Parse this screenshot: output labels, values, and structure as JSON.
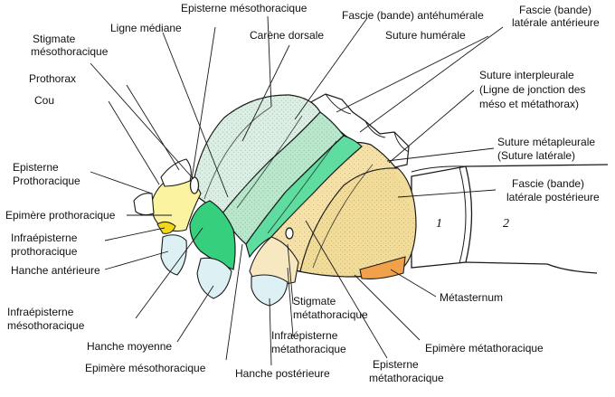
{
  "labels": {
    "episterne_meso": "Episterne mésothoracique",
    "fascie_antehumerale": "Fascie (bande) antéhumérale",
    "fascie_laterale_ant_1": "Fascie (bande)",
    "fascie_laterale_ant_2": "latérale antérieure",
    "ligne_mediane": "Ligne médiane",
    "carene_dorsale": "Carène dorsale",
    "suture_humerale": "Suture humérale",
    "stigmate_meso_1": "Stigmate",
    "stigmate_meso_2": "mésothoracique",
    "prothorax": "Prothorax",
    "cou": "Cou",
    "suture_interpleurale_1": "Suture interpleurale",
    "suture_interpleurale_2": "(Ligne de jonction des",
    "suture_interpleurale_3": "méso et métathorax)",
    "suture_metapleurale_1": "Suture métapleurale",
    "suture_metapleurale_2": "(Suture latérale)",
    "episterne_pro_1": "Episterne",
    "episterne_pro_2": "Prothoracique",
    "fascie_laterale_post_1": "Fascie (bande)",
    "fascie_laterale_post_2": "latérale postérieure",
    "epimere_pro": "Epimère prothoracique",
    "infraepisterne_pro_1": "Infraépisterne",
    "infraepisterne_pro_2": "prothoracique",
    "hanche_anterieure": "Hanche antérieure",
    "metasternum": "Métasternum",
    "stigmate_meta_1": "Stigmate",
    "stigmate_meta_2": "métathoracique",
    "infraepisterne_meso_1": "Infraépisterne",
    "infraepisterne_meso_2": "mésothoracique",
    "infraepisterne_meta_1": "Infraépisterne",
    "infraepisterne_meta_2": "métathoracique",
    "epimere_meta": "Epimère métathoracique",
    "hanche_moyenne": "Hanche moyenne",
    "epimere_meso": "Epimère mésothoracique",
    "hanche_posterieure": "Hanche postérieure",
    "episterne_meta_1": "Episterne",
    "episterne_meta_2": "métathoracique"
  },
  "segments": {
    "first": "1",
    "second": "2"
  },
  "colors": {
    "episterne_meso": "#dcefe4",
    "fascie_antehumerale": "#b9e8cd",
    "epimere_meso": "#5fdca0",
    "infraepisterne_meso": "#35cf7e",
    "episterne_meta": "#f6e2a8",
    "epimere_meta": "#f2dc9a",
    "infraepisterne_meta": "#f8e8c2",
    "metasternum": "#f0a14a",
    "prothorax": "#fbf3a0",
    "infraepisterne_pro": "#f2d81a",
    "hanche": "#ddf1f4",
    "outline": "#1a1a1a"
  }
}
